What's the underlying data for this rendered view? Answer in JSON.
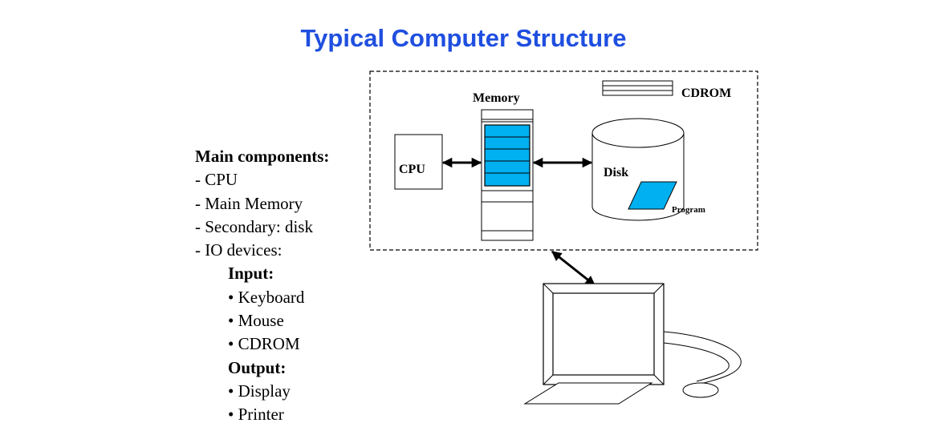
{
  "title": "Typical Computer Structure",
  "components": {
    "heading": "Main components:",
    "items": [
      "- CPU",
      "- Main Memory",
      "- Secondary: disk",
      "- IO devices:"
    ],
    "input": {
      "heading": "Input:",
      "items": [
        "• Keyboard",
        "• Mouse",
        "• CDROM"
      ]
    },
    "output": {
      "heading": "Output:",
      "items": [
        "• Display",
        "• Printer"
      ]
    }
  },
  "diagram": {
    "cpu_label": "CPU",
    "memory_label": "Memory",
    "disk_label": "Disk",
    "program_label": "Program",
    "cdrom_label": "CDROM",
    "colors": {
      "fill": "#00b0f0",
      "title": "#1f4fe0"
    }
  }
}
